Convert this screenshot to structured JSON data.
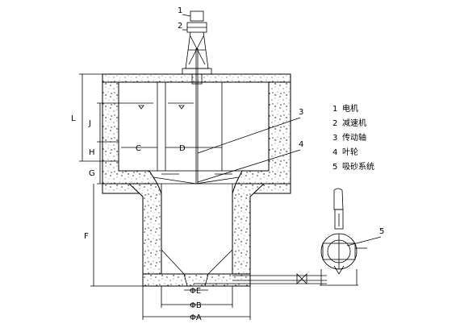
{
  "callouts": [
    "1",
    "2",
    "3",
    "4",
    "5"
  ],
  "dimensions": {
    "L": "L",
    "J": "J",
    "H": "H",
    "G": "G",
    "F": "F",
    "C": "C",
    "D": "D",
    "E": "ΦE",
    "B": "ΦB",
    "A": "ΦA"
  },
  "legend": [
    {
      "num": "1",
      "text": "电机"
    },
    {
      "num": "2",
      "text": "减速机"
    },
    {
      "num": "3",
      "text": "传动轴"
    },
    {
      "num": "4",
      "text": "叶轮"
    },
    {
      "num": "5",
      "text": "吸砂系统"
    }
  ]
}
